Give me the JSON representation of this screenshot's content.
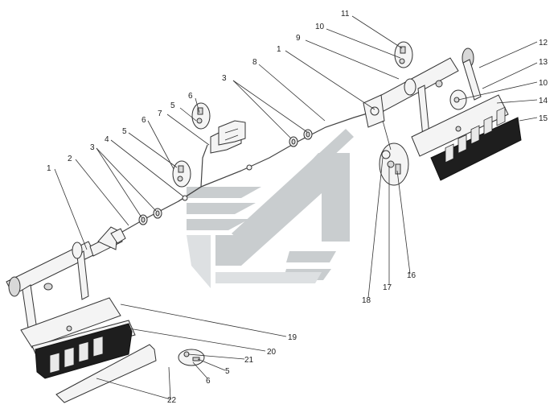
{
  "callouts": [
    "1",
    "2",
    "3",
    "4",
    "5",
    "6",
    "7",
    "8",
    "1",
    "9",
    "10",
    "11",
    "12",
    "13",
    "10",
    "14",
    "15",
    "16",
    "17",
    "18",
    "19",
    "20",
    "21",
    "5",
    "6",
    "22",
    "3",
    "5",
    "6"
  ],
  "colors": {
    "stroke": "#333333",
    "watermark": "#c9cdcf",
    "lamp": "#1e1e1e"
  }
}
